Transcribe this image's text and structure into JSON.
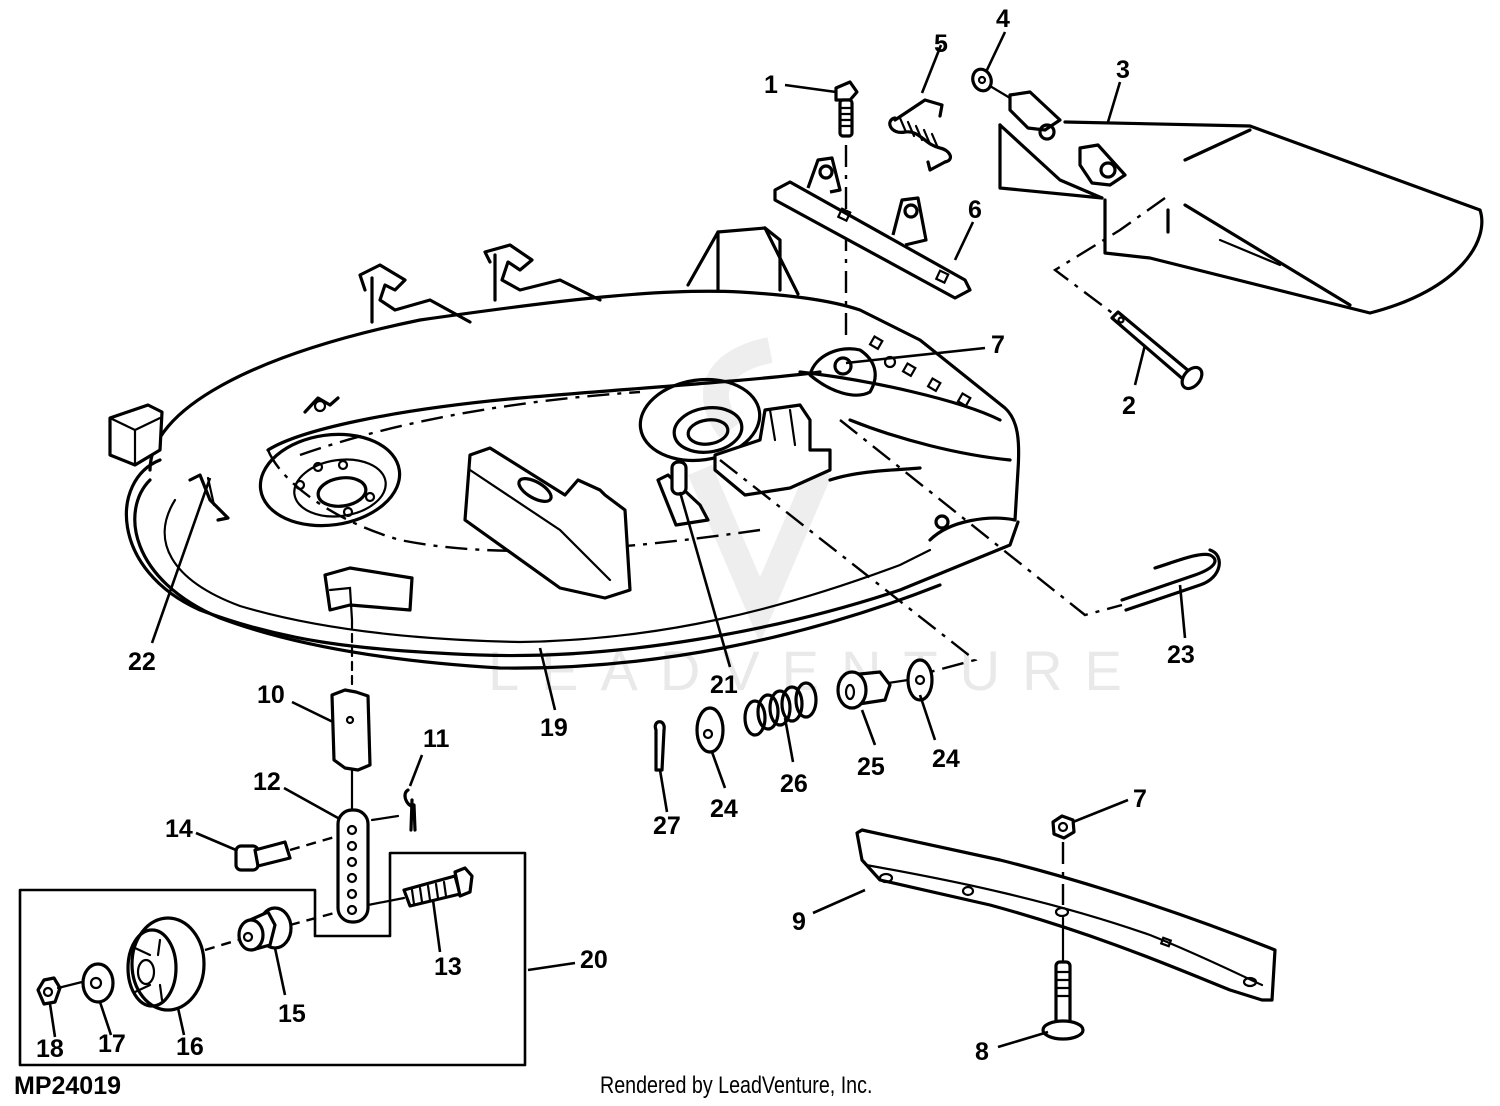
{
  "figure": {
    "code": "MP24019",
    "credit": "Rendered by LeadVenture, Inc.",
    "watermark": "LEADVENTURE",
    "subject": "Mower deck exploded parts diagram"
  },
  "callouts": [
    {
      "id": "1",
      "part": "cap-screw"
    },
    {
      "id": "2",
      "part": "pin"
    },
    {
      "id": "3",
      "part": "discharge-chute"
    },
    {
      "id": "4",
      "part": "washer"
    },
    {
      "id": "5",
      "part": "torsion-spring"
    },
    {
      "id": "6",
      "part": "bracket"
    },
    {
      "id": "7",
      "part": "lock-nut"
    },
    {
      "id": "7",
      "part": "lock-nut"
    },
    {
      "id": "8",
      "part": "carriage-bolt"
    },
    {
      "id": "9",
      "part": "skid-strip"
    },
    {
      "id": "10",
      "part": "wheel-bracket"
    },
    {
      "id": "11",
      "part": "spring-locking-pin"
    },
    {
      "id": "12",
      "part": "gauge-wheel-arm"
    },
    {
      "id": "13",
      "part": "cap-screw"
    },
    {
      "id": "14",
      "part": "pin"
    },
    {
      "id": "15",
      "part": "bushing"
    },
    {
      "id": "16",
      "part": "gauge-wheel"
    },
    {
      "id": "17",
      "part": "spacer"
    },
    {
      "id": "18",
      "part": "lock-nut"
    },
    {
      "id": "19",
      "part": "mower-deck"
    },
    {
      "id": "20",
      "part": "gauge-wheel-kit"
    },
    {
      "id": "21",
      "part": "stud"
    },
    {
      "id": "22",
      "part": "spring-pin"
    },
    {
      "id": "23",
      "part": "spring-locking-pin"
    },
    {
      "id": "24",
      "part": "washer"
    },
    {
      "id": "24",
      "part": "washer"
    },
    {
      "id": "25",
      "part": "bushing"
    },
    {
      "id": "26",
      "part": "spring"
    },
    {
      "id": "27",
      "part": "cotter-pin"
    }
  ]
}
